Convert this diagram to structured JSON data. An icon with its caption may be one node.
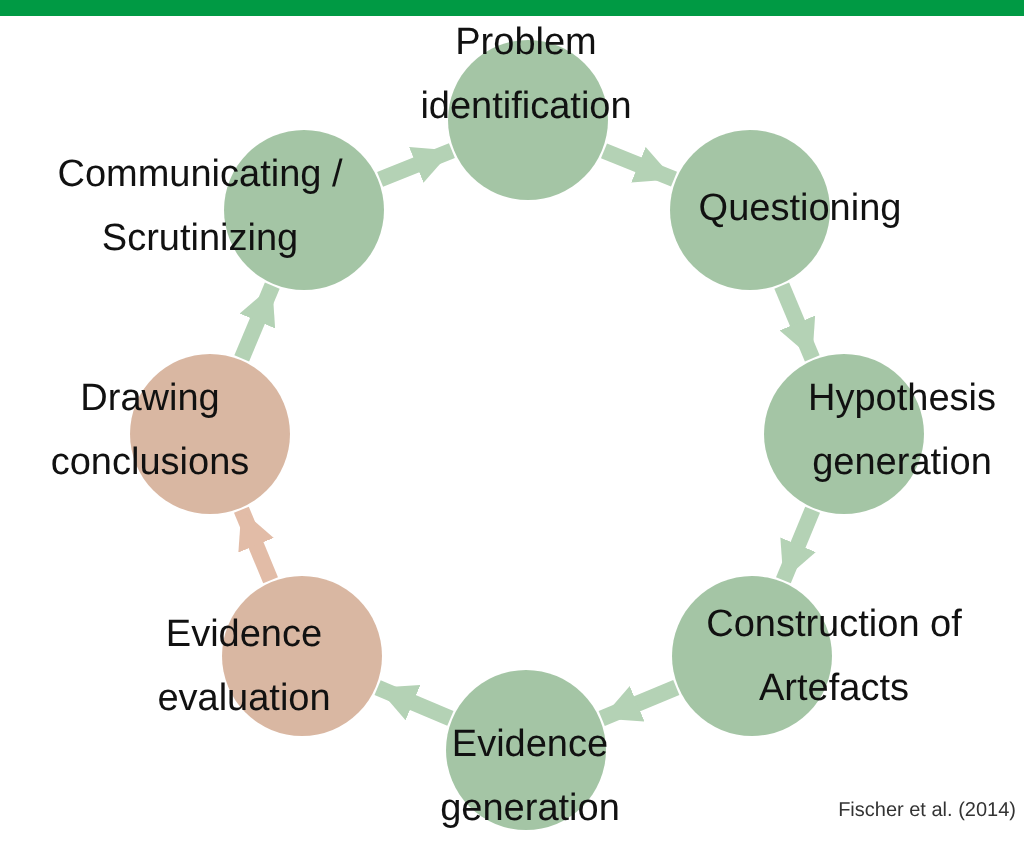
{
  "diagram": {
    "nodes": [
      {
        "text": [
          "Problem identification"
        ]
      },
      {
        "text": [
          "Questioning"
        ]
      },
      {
        "text": [
          "Hypothesis generation"
        ]
      },
      {
        "text": [
          "Construction of Artefacts"
        ]
      },
      {
        "text": [
          "Evidence generation"
        ]
      },
      {
        "text": [
          "Evidence evaluation"
        ]
      },
      {
        "text": [
          "Drawing conclusions"
        ]
      },
      {
        "text": [
          "Communicating / Scrutinizing"
        ]
      }
    ],
    "edges": [
      {
        "from": 0,
        "to": 1,
        "arrow": "to"
      },
      {
        "from": 1,
        "to": 2,
        "arrow": "to"
      },
      {
        "from": 2,
        "to": 3,
        "arrow": "to"
      },
      {
        "from": 3,
        "to": 4,
        "arrow": "to"
      },
      {
        "from": 4,
        "to": 5,
        "arrow": "to"
      },
      {
        "from": 5,
        "to": 6,
        "arrow": "to",
        "color": "#e2bca7"
      },
      {
        "from": 6,
        "to": 7,
        "arrow": "to"
      },
      {
        "from": 7,
        "to": 0,
        "arrow": "to"
      }
    ],
    "labels": [
      "Fischer et al. (2014)"
    ]
  }
}
